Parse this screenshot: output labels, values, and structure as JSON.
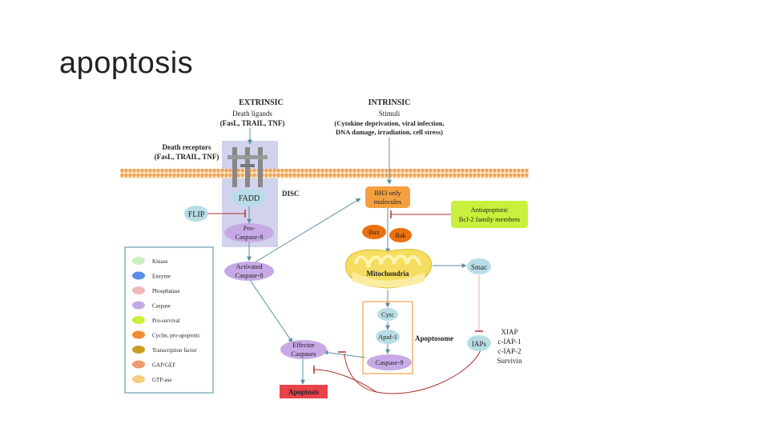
{
  "slide": {
    "title": "apoptosis"
  },
  "diagram": {
    "headers": {
      "extrinsic": "EXTRINSIC",
      "intrinsic": "INTRINSIC"
    },
    "death_ligands": {
      "line1": "Death ligands",
      "line2": "(FasL, TRAIL, TNF)"
    },
    "stimuli": {
      "line1": "Stimuli",
      "line2": "(Cytokine deprivation, viral infection,",
      "line3": "DNA damage, irradiation, cell stress)"
    },
    "death_receptors": {
      "line1": "Death receptors",
      "line2": "(FasL, TRAIL, TNF)"
    },
    "nodes": {
      "fadd": "FADD",
      "disc": "DISC",
      "flip": "FLIP",
      "pro_caspase8": {
        "line1": "Pro-",
        "line2": "Caspase-8"
      },
      "activated_caspase8": {
        "line1": "Activated",
        "line2": "Caspase-8"
      },
      "bh3": {
        "line1": "BH3 only",
        "line2": "molecules"
      },
      "antiapoptotic": {
        "line1": "Antiapoptotic",
        "line2": "Bcl-2 family members"
      },
      "bax": "Bax",
      "bak": "Bak",
      "mitochondria": "Mitochondria",
      "smac": "Smac",
      "cytc": "Cytc",
      "apaf1": "Apaf-1",
      "caspase9": "Caspase-9",
      "apoptosome": "Apoptosome",
      "iaps": "IAPs",
      "iap_list": [
        "XIAP",
        "c-IAP-1",
        "c-IAP-2",
        "Survivin"
      ],
      "effector": {
        "line1": "Effector",
        "line2": "Caspases"
      },
      "apoptosis": "Apoptosis"
    },
    "legend": [
      {
        "label": "Kinase",
        "color": "#c8f0c0"
      },
      {
        "label": "Enzyme",
        "color": "#5b8ee6"
      },
      {
        "label": "Phosphatase",
        "color": "#f2b8b8"
      },
      {
        "label": "Caspase",
        "color": "#c7a9e6"
      },
      {
        "label": "Pro-survival",
        "color": "#c9f03c"
      },
      {
        "label": "Cyclin, pro-apoptotic",
        "color": "#f08a30"
      },
      {
        "label": "Transcription factor",
        "color": "#c8a020"
      },
      {
        "label": "GAP/GEF",
        "color": "#f09a70"
      },
      {
        "label": "GTP-ase",
        "color": "#f5cc80"
      }
    ],
    "colors": {
      "caspase": "#c7a9e6",
      "adapter": "#b9dde6",
      "bh3": "#f5a040",
      "bcl2": "#c9f03c",
      "bax": "#ec7010",
      "apoptosis": "#e8424a",
      "membrane": "#f4b070",
      "disc_box": "#c9cbea"
    }
  }
}
